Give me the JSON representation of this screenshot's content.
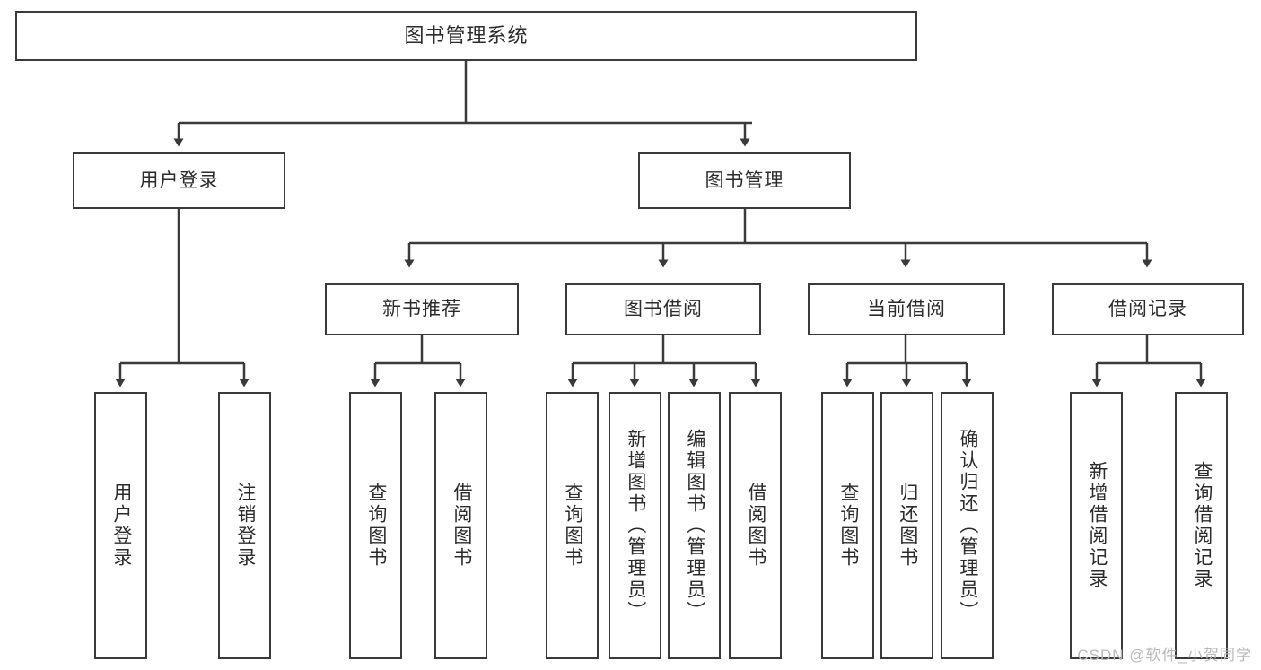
{
  "diagram": {
    "title": "图书管理系统",
    "type": "tree-diagram",
    "watermark": "CSDN @软件_小贺同学",
    "colors": {
      "box_border": "#3a3a3a",
      "line": "#3a3a3a",
      "background": "#ffffff",
      "text": "#2b2b2b",
      "watermark": "#b9b9b9"
    },
    "nodes": {
      "root": {
        "label": "图书管理系统"
      },
      "level2": [
        {
          "id": "user-login",
          "label": "用户登录"
        },
        {
          "id": "book-management",
          "label": "图书管理"
        }
      ],
      "level3": [
        {
          "id": "new-book-recommend",
          "label": "新书推荐"
        },
        {
          "id": "book-borrow",
          "label": "图书借阅"
        },
        {
          "id": "current-borrow",
          "label": "当前借阅"
        },
        {
          "id": "borrow-record",
          "label": "借阅记录"
        }
      ],
      "leaves": {
        "user_login": [
          {
            "id": "user-login-leaf",
            "label": "用户登录"
          },
          {
            "id": "logout-leaf",
            "label": "注销登录"
          }
        ],
        "new_book_recommend": [
          {
            "id": "query-book-1",
            "label": "查询图书"
          },
          {
            "id": "borrow-book-1",
            "label": "借阅图书"
          }
        ],
        "book_borrow": [
          {
            "id": "query-book-2",
            "label": "查询图书"
          },
          {
            "id": "add-book",
            "label": "新增图书（管理员）"
          },
          {
            "id": "edit-book",
            "label": "编辑图书（管理员）"
          },
          {
            "id": "borrow-book-2",
            "label": "借阅图书"
          }
        ],
        "current_borrow": [
          {
            "id": "query-book-3",
            "label": "查询图书"
          },
          {
            "id": "return-book",
            "label": "归还图书"
          },
          {
            "id": "confirm-return",
            "label": "确认归还（管理员）"
          }
        ],
        "borrow_record": [
          {
            "id": "add-borrow-record",
            "label": "新增借阅记录"
          },
          {
            "id": "query-borrow-record",
            "label": "查询借阅记录"
          }
        ]
      }
    }
  }
}
